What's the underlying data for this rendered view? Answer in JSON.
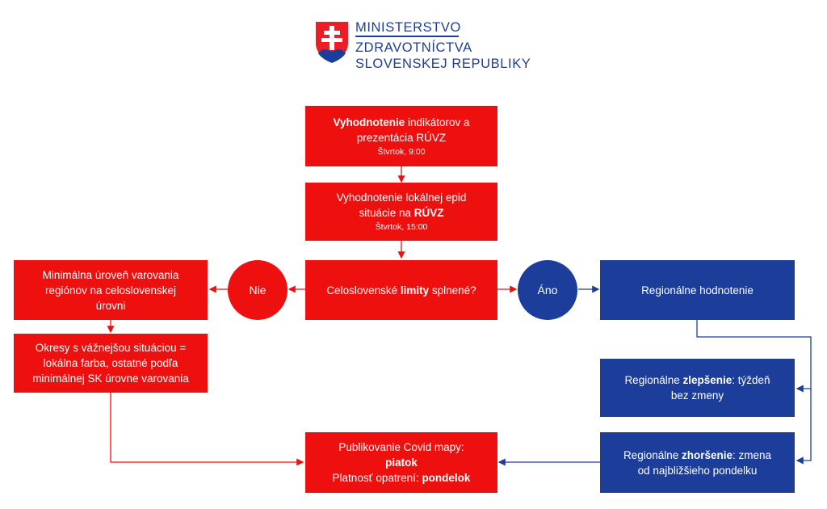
{
  "header": {
    "line1": "MINISTERSTVO",
    "line2": "ZDRAVOTNÍCTVA",
    "line3": "SLOVENSKEJ REPUBLIKY"
  },
  "flow": {
    "step1": {
      "bold": "Vyhodnotenie",
      "rest1": " indikátorov a",
      "line2": "prezentácia RÚVZ",
      "time": "Štvrtok, 9:00"
    },
    "step2": {
      "line1": "Vyhodnotenie lokálnej epid",
      "pre": "situácie na ",
      "bold": "RÚVZ",
      "time": "Štvrtok, 15:00"
    },
    "decision": {
      "pre": "Celoslovenské ",
      "bold": "limity",
      "post": " splnené?"
    },
    "no_label": "Nie",
    "yes_label": "Áno",
    "left1": {
      "line1": "Minimálna úroveň varovania",
      "line2": "regiónov na celoslovenskej",
      "line3": "úrovni"
    },
    "left2": {
      "line1": "Okresy s vážnejšou situáciou =",
      "line2": "lokálna farba, ostatné podľa",
      "line3": "minimálnej SK úrovne varovania"
    },
    "right1": {
      "label": "Regionálne hodnotenie"
    },
    "right2": {
      "pre": "Regionálne ",
      "bold": "zlepšenie",
      "post": ": týždeň",
      "line2": "bez zmeny"
    },
    "right3": {
      "pre": "Regionálne ",
      "bold": "zhoršenie",
      "post": ": zmena",
      "line2": "od najbližšieho pondelku"
    },
    "publish": {
      "line1": "Publikovanie Covid mapy:",
      "bold1": "piatok",
      "pre": "Platnosť opatrení: ",
      "bold2": "pondelok"
    }
  },
  "colors": {
    "red": "#ee0f0f",
    "blue": "#1c3e9a"
  }
}
